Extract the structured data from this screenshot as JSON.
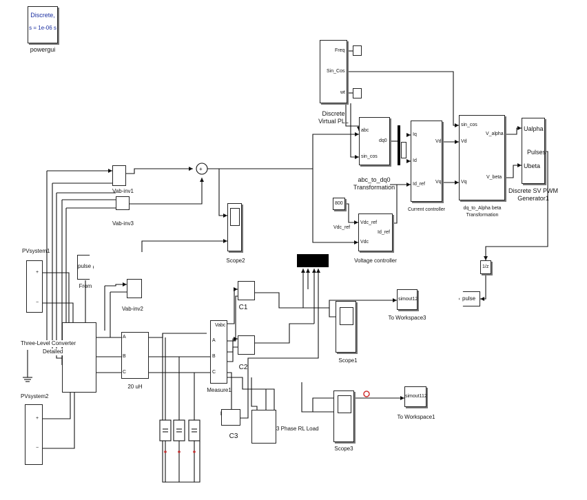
{
  "powergui": {
    "line1": "Discrete,",
    "line2": "s = 1e-06 s",
    "label": "powergui"
  },
  "pll": {
    "title_line1": "Discrete",
    "title_line2": "Virtual PLL",
    "port_freq": "Freq",
    "port_sincos": "Sin_Cos",
    "port_wt": "wt"
  },
  "abc_dq0": {
    "port_abc": "abc",
    "port_sincos": "sin_cos",
    "port_dq0": "dq0",
    "title_line1": "abc_to_dq0",
    "title_line2": "Transformation"
  },
  "current_ctrl": {
    "port_iq": "Iq",
    "port_id": "Id",
    "port_idref": "Id_ref",
    "port_vd": "Vd",
    "port_vq": "Vq",
    "title": "Current controller"
  },
  "dq_alpha": {
    "port_sincos": "sin_cos",
    "port_vd": "Vd",
    "port_vq": "Vq",
    "port_valpha": "V_alpha",
    "port_vbeta": "V_beta",
    "title_line1": "dq_to_Alpha beta",
    "title_line2": "Transformation"
  },
  "svpwm": {
    "port_ualpha": "Ualpha",
    "port_pulses": "Pulses",
    "port_ubeta": "Ubeta",
    "title_line1": "Discrete SV PWM",
    "title_line2": "Generator1"
  },
  "voltage_ctrl": {
    "const": "800",
    "port_vdcref_in": "Vdc_ref",
    "port_vdc": "Vdc",
    "port_idref": "Id_ref",
    "title": "Voltage controller",
    "label_vdcref": "Vdc_ref"
  },
  "vab_inv1": {
    "label": "Vab-inv1"
  },
  "vab_inv3": {
    "label": "Vab-inv3"
  },
  "vab_inv2": {
    "label": "Vab-inv2"
  },
  "scope2": {
    "label": "Scope2"
  },
  "scope1": {
    "label": "Scope1"
  },
  "scope3": {
    "label": "Scope3"
  },
  "pv1": {
    "label": "PVsystem1",
    "plus": "+",
    "minus": "−"
  },
  "pv2": {
    "label": "PVsystem2",
    "plus": "+",
    "minus": "−"
  },
  "from": {
    "tag": "pulse",
    "label": "From"
  },
  "converter": {
    "label_line1": "Three-Level Converter",
    "label_line2": "Detailed"
  },
  "filter": {
    "label": "20 uH",
    "a": "A",
    "b": "B",
    "c": "C"
  },
  "measure": {
    "label": "Measure1",
    "vabc": "Vabc",
    "a": "A",
    "b": "B",
    "c": "C"
  },
  "c1": {
    "label": "C1"
  },
  "c2": {
    "label": "C2"
  },
  "c3": {
    "label": "C3"
  },
  "load": {
    "label": "3 Phase RL Load"
  },
  "ws3": {
    "var": "simout12",
    "label": "To Workspace3"
  },
  "ws1": {
    "var": "simout112",
    "label": "To Workspace1"
  },
  "delay": {
    "label": "1/z"
  },
  "goto": {
    "tag": "pulse"
  },
  "colors": {
    "wire": "#111111",
    "accent": "#1a2fa0",
    "marker": "#d03030"
  }
}
